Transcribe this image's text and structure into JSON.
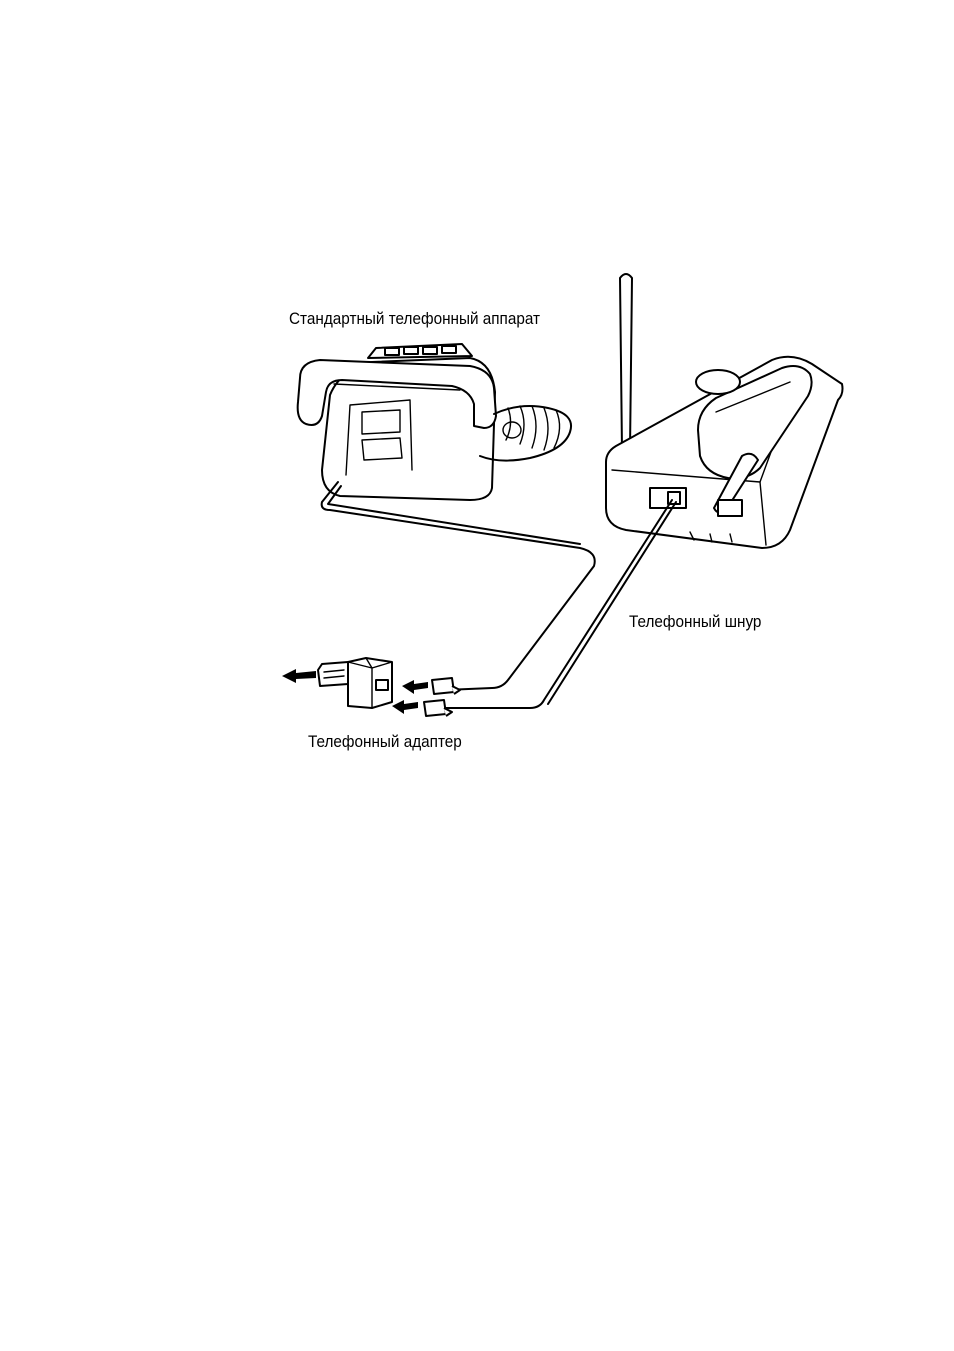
{
  "labels": {
    "standard_phone": "Стандартный телефонный аппарат",
    "phone_cord": "Телефонный шнур",
    "phone_adapter": "Телефонный адаптер"
  },
  "colors": {
    "line": "#000000",
    "background": "#ffffff"
  }
}
